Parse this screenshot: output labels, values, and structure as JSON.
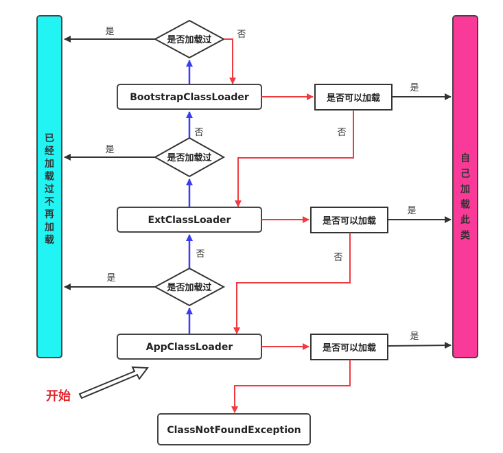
{
  "colors": {
    "left_bar": "#22f3f3",
    "right_bar": "#fa3a98",
    "red_arrow": "#f03a3f",
    "blue_arrow": "#3a3df0",
    "black_arrow": "#333333",
    "start_text": "#e5232d"
  },
  "left_bar": {
    "label": "已经加载过不再加载",
    "chars": [
      "已",
      "经",
      "加",
      "载",
      "过",
      "不",
      "再",
      "加",
      "载"
    ]
  },
  "right_bar": {
    "label": "自己加载此类",
    "chars": [
      "自",
      "己",
      "加",
      "载",
      "此",
      "类"
    ]
  },
  "loaders": [
    {
      "name": "BootstrapClassLoader"
    },
    {
      "name": "ExtClassLoader"
    },
    {
      "name": "AppClassLoader"
    }
  ],
  "decisions": {
    "loaded_check": "是否加载过",
    "can_load": "是否可以加载"
  },
  "edge_labels": {
    "yes": "是",
    "no": "否"
  },
  "exception": "ClassNotFoundException",
  "start_label": "开始"
}
